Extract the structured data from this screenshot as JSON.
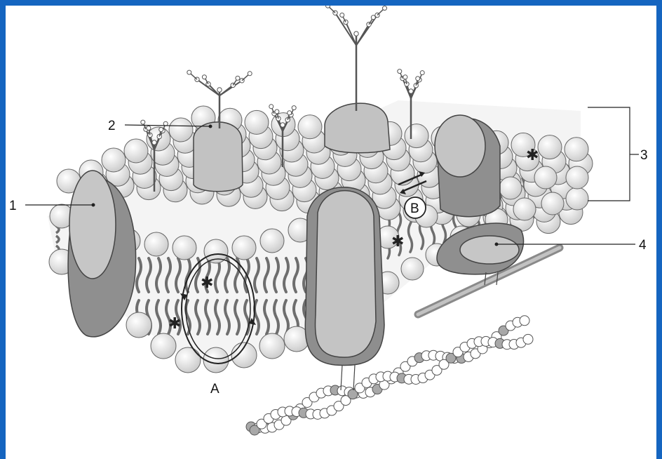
{
  "labels": {
    "l1": "1",
    "l2": "2",
    "l3": "3",
    "l4": "4",
    "lA": "A",
    "lB": "B"
  },
  "colors": {
    "frame": "#1565c0",
    "background": "#ffffff",
    "head_fill": "#e2e2e2",
    "head_stroke": "#555555",
    "protein_light": "#c4c4c4",
    "protein_dark": "#8f8f8f",
    "tail": "#6e6e6e",
    "filament": "#9a9a9a",
    "chain_shaded": "#a8a8a8"
  },
  "icons": {
    "glycoprotein": "branched-oligosaccharide-icon",
    "cholesterol": "cholesterol-molecule-icon",
    "flip_flop": "circular-arrow-icon",
    "lateral_diffusion": "double-arrow-icon"
  }
}
